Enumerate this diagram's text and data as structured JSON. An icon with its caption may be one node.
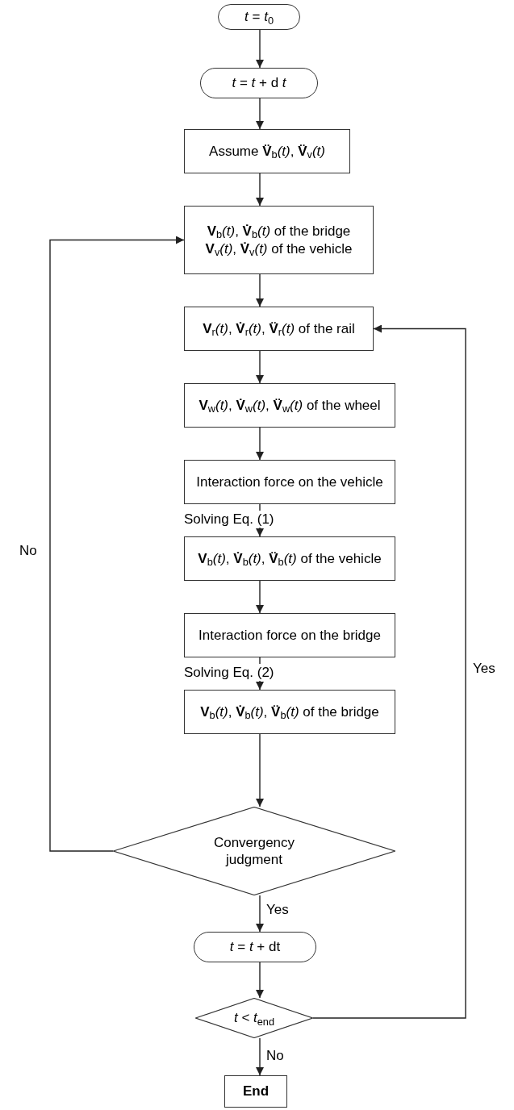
{
  "diagram": {
    "nodes": [
      {
        "text": [
          "*t* = *t*$_{0}$"
        ]
      },
      {
        "text": [
          "*t* = *t* + d *t*"
        ]
      },
      {
        "text": [
          "Assume **V̈**$_{b}$*(t)*, **V̈**$_{v}$*(t)*"
        ]
      },
      {
        "text": [
          "**V**$_{b}$*(t)*, **V̇**$_{b}$*(t)* of the bridge",
          "**V**$_{v}$*(t)*, **V̇**$_{v}$*(t)* of the vehicle"
        ]
      },
      {
        "text": [
          "**V**$_{r}$*(t)*, **V̇**$_{r}$*(t)*, **V̈**$_{r}$*(t)* of the rail"
        ]
      },
      {
        "text": [
          "**V**$_{w}$*(t)*, **V̇**$_{w}$*(t)*, **V̈**$_{w}$*(t)* of the wheel"
        ]
      },
      {
        "text": [
          "Interaction force on the vehicle"
        ]
      },
      {
        "text": [
          "**V**$_{b}$*(t)*, **V̇**$_{b}$*(t)*, **V̈**$_{b}$*(t)* of the vehicle"
        ]
      },
      {
        "text": [
          "Interaction force on the bridge"
        ]
      },
      {
        "text": [
          "**V**$_{b}$*(t)*, **V̇**$_{b}$*(t)*, **V̈**$_{b}$*(t)* of the bridge"
        ]
      },
      {
        "text": [
          "Convergency judgment"
        ]
      },
      {
        "text": [
          "*t* = *t* + dt"
        ]
      },
      {
        "text": [
          "*t* < *t*$_{end}$"
        ]
      },
      {
        "text": [
          "End"
        ]
      }
    ],
    "edges": [
      {
        "from": 0,
        "to": 1,
        "arrow": "to"
      },
      {
        "from": 1,
        "to": 2,
        "arrow": "to"
      },
      {
        "from": 2,
        "to": 3,
        "arrow": "to"
      },
      {
        "from": 3,
        "to": 4,
        "arrow": "to"
      },
      {
        "from": 4,
        "to": 5,
        "arrow": "to"
      },
      {
        "from": 5,
        "to": 6,
        "arrow": "to"
      },
      {
        "from": 6,
        "to": 7,
        "arrow": "to",
        "label": "Solving Eq. (1)"
      },
      {
        "from": 7,
        "to": 8,
        "arrow": "to"
      },
      {
        "from": 8,
        "to": 9,
        "arrow": "to",
        "label": "Solving Eq. (2)"
      },
      {
        "from": 9,
        "to": 10,
        "arrow": "to"
      },
      {
        "from": 10,
        "to": 3,
        "arrow": "to",
        "label": "No"
      },
      {
        "from": 10,
        "to": 11,
        "arrow": "to",
        "label": "Yes"
      },
      {
        "from": 11,
        "to": 12,
        "arrow": "to"
      },
      {
        "from": 12,
        "to": 4,
        "arrow": "to",
        "label": "Yes"
      },
      {
        "from": 12,
        "to": 13,
        "arrow": "to",
        "label": "No"
      }
    ]
  }
}
